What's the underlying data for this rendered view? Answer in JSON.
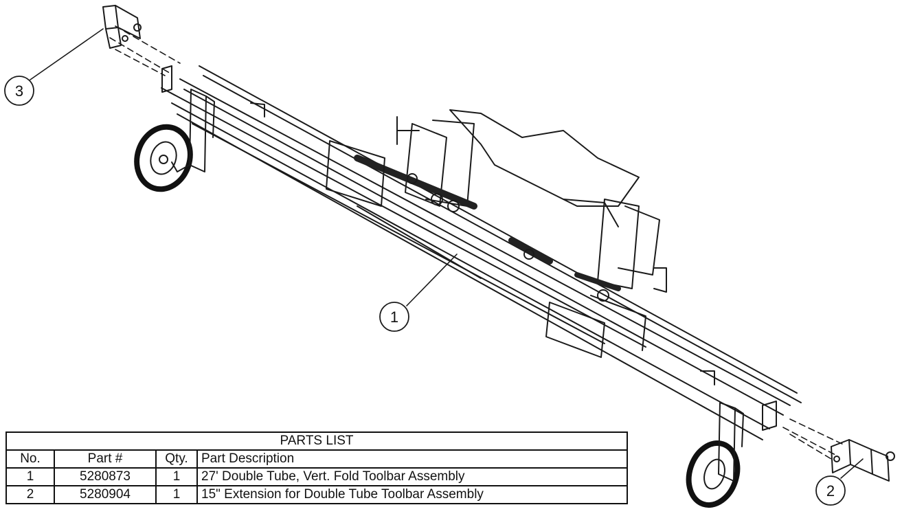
{
  "callouts": [
    {
      "label": "1"
    },
    {
      "label": "2"
    },
    {
      "label": "3"
    }
  ],
  "parts_list": {
    "title": "PARTS LIST",
    "headers": [
      "No.",
      "Part #",
      "Qty.",
      "Part Description"
    ],
    "rows": [
      [
        "1",
        "5280873",
        "1",
        "27' Double Tube, Vert. Fold Toolbar Assembly"
      ],
      [
        "2",
        "5280904",
        "1",
        "15\" Extension for Double Tube Toolbar Assembly"
      ]
    ]
  }
}
